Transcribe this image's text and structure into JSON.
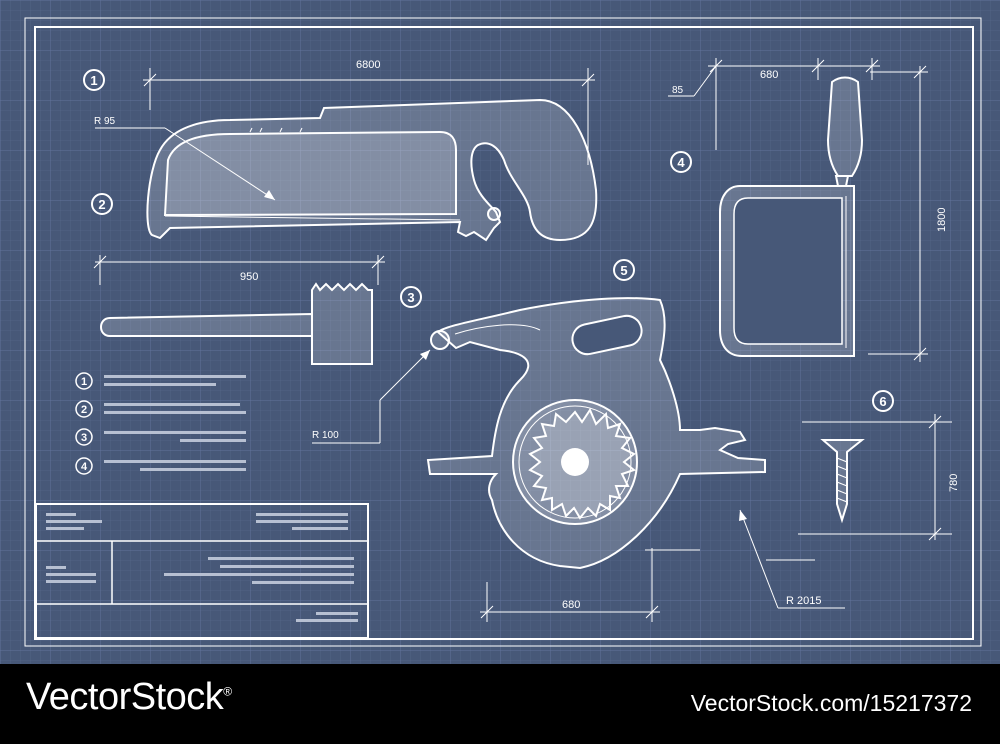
{
  "dimensions": {
    "saw_width": "6800",
    "saw_radius": "R 95",
    "hammer_width": "950",
    "jigsaw_offset": "85",
    "jigsaw_width": "680",
    "jigsaw_height": "1800",
    "hammer_radius": "R 100",
    "circular_saw_width": "680",
    "circular_saw_radius": "R 2015",
    "screw_height": "780"
  },
  "markers": [
    "1",
    "2",
    "3",
    "4",
    "5",
    "6"
  ],
  "legend_numbers": [
    "1",
    "2",
    "3",
    "4"
  ],
  "watermark": {
    "brand": "VectorStock",
    "brand_suffix": "®",
    "url": "VectorStock.com/15217372"
  },
  "colors": {
    "blueprint_bg": "#475878",
    "grid_line": "#56678a",
    "line": "#ffffff",
    "placeholder_text": "#b7c0d2"
  }
}
